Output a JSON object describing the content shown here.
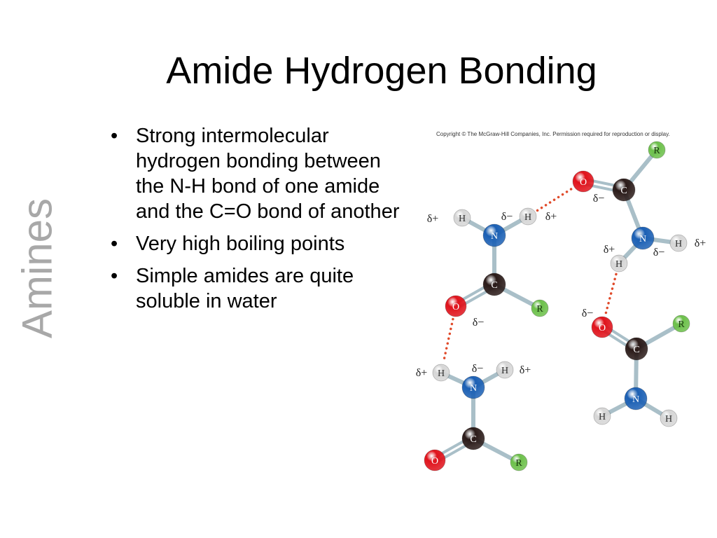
{
  "slide": {
    "title": "Amide Hydrogen Bonding",
    "side_label": "Amines",
    "bullets": [
      "Strong intermolecular hydrogen bonding between the N-H bond of one amide and the C=O bond of another",
      "Very high boiling points",
      "Simple amides are quite soluble in water"
    ],
    "bullet_char": "•"
  },
  "figure": {
    "copyright": "Copyright © The McGraw-Hill Companies, Inc. Permission required for reproduction or display.",
    "atom_labels": {
      "R": "R",
      "O": "O",
      "C": "C",
      "N": "N",
      "H": "H"
    },
    "charges": {
      "delta_plus": "δ+",
      "delta_minus": "δ−"
    },
    "colors": {
      "oxygen": "#e0121b",
      "carbon": "#2a1a18",
      "nitrogen": "#1a5fb4",
      "hydrogen": "#d6d6d6",
      "r_group": "#6cc04a",
      "h_bond": "#e04a2a"
    }
  }
}
